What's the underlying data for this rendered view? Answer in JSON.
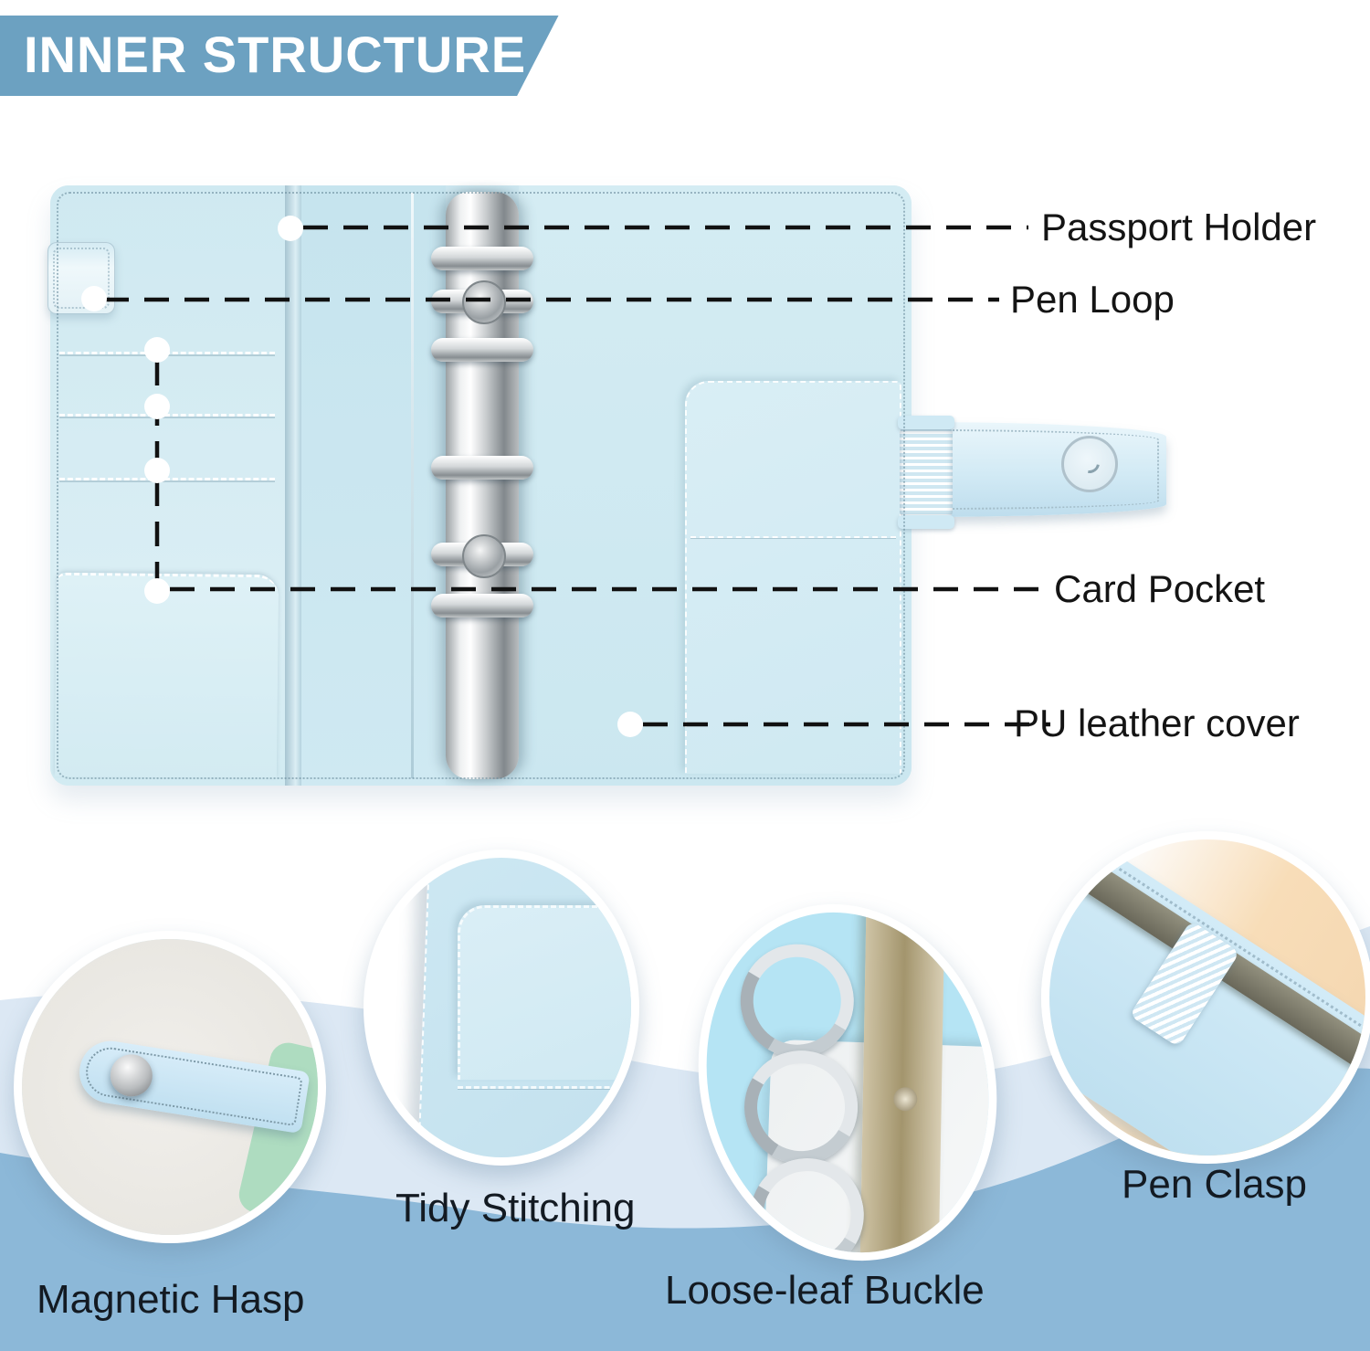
{
  "banner": {
    "title": "INNER STRUCTURE"
  },
  "callouts": {
    "passport": {
      "label": "Passport Holder"
    },
    "pen_loop": {
      "label": "Pen Loop"
    },
    "card_pocket": {
      "label": "Card Pocket"
    },
    "pu_cover": {
      "label": "PU leather cover"
    }
  },
  "features": {
    "magnetic_hasp": {
      "label": "Magnetic Hasp"
    },
    "tidy_stitching": {
      "label": "Tidy Stitching"
    },
    "loose_leaf_buckle": {
      "label": "Loose-leaf Buckle"
    },
    "pen_clasp": {
      "label": "Pen Clasp"
    }
  },
  "colors": {
    "banner_bg": "#6ca1c1",
    "banner_text": "#ffffff",
    "callout_text": "#141414",
    "feature_text": "#131a22",
    "leader_line": "#111111",
    "binder_leather": "#cde7f0",
    "wave_light": "#dce8f4",
    "wave_dark": "#8cb8d8",
    "ring_metal": "#c9cdcf",
    "hasp_leather_cream": "#ece9e4",
    "pen_clasp_backdrop": "#f8ddb8"
  }
}
